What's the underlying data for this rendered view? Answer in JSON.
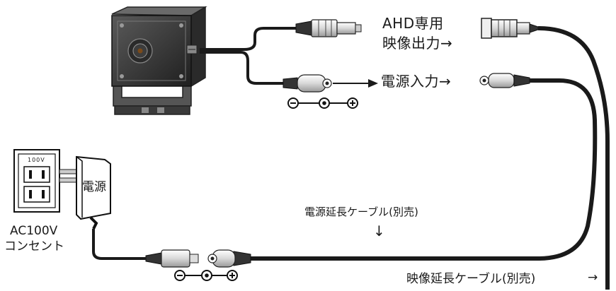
{
  "labels": {
    "ahd_output_line1": "AHD専用",
    "ahd_output_line2": "映像出力→",
    "power_input": "電源入力→",
    "adapter": "電源",
    "outlet_voltage": "100V",
    "ac_line1": "AC100V",
    "ac_line2": "コンセント",
    "power_extension_cable": "電源延長ケーブル(別売)",
    "power_extension_arrow": "↓",
    "video_extension_cable": "映像延長ケーブル(別売)",
    "video_extension_arrow": "→"
  },
  "polarity": {
    "minus": "−",
    "plus": "+"
  },
  "colors": {
    "cable": "#1a1a1a",
    "outline": "#222222",
    "camera_body": "#3a3a3a",
    "bracket": "#555555",
    "background": "#ffffff"
  },
  "icons": [
    "pinhole-camera-icon",
    "bnc-connector-icon",
    "dc-plug-icon",
    "dc-jack-icon",
    "ac-adapter-icon",
    "wall-outlet-icon",
    "polarity-symbol-icon"
  ]
}
